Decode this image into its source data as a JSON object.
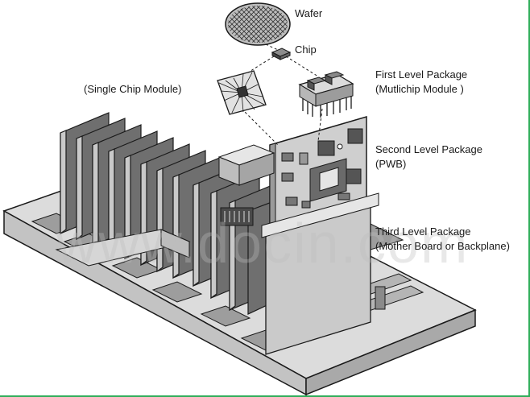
{
  "labels": {
    "wafer": "Wafer",
    "chip": "Chip",
    "single_chip_module": "(Single Chip Module)",
    "first_level_line1": "First Level Package",
    "first_level_line2": "(Mutlichip Module )",
    "second_level_line1": "Second Level Package",
    "second_level_line2": "(PWB)",
    "third_level_line1": "Third Level Package",
    "third_level_line2": "(Mother Board or Backplane)"
  },
  "watermark": "www.docin.com",
  "colors": {
    "line": "#1a1a1a",
    "panel_dark": "#6f6f6f",
    "panel_light": "#c9c9c9",
    "board": "#d9d9d9",
    "accent_border": "#2fae5a"
  }
}
